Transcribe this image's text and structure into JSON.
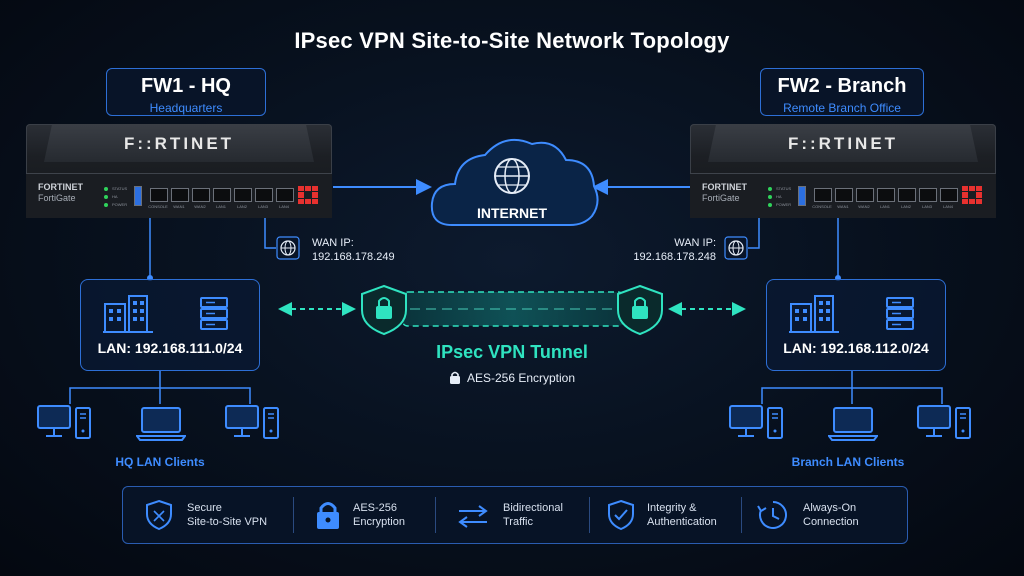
{
  "title": "IPsec VPN Site-to-Site Network Topology",
  "colors": {
    "accent_blue": "#3e8cff",
    "tunnel_teal": "#2fe3c0",
    "fortinet_red": "#e8312f"
  },
  "sites": {
    "hq": {
      "name": "FW1 - HQ",
      "subtitle": "Headquarters",
      "brand": "FORTINET",
      "model": "FortiGate",
      "logo": "F::RTINET",
      "wan_label": "WAN IP:",
      "wan_ip": "192.168.178.249",
      "lan": "LAN:  192.168.111.0/24",
      "clients_label": "HQ LAN Clients"
    },
    "branch": {
      "name": "FW2 - Branch",
      "subtitle": "Remote Branch Office",
      "brand": "FORTINET",
      "model": "FortiGate",
      "logo": "F::RTINET",
      "wan_label": "WAN IP:",
      "wan_ip": "192.168.178.248",
      "lan": "LAN:  192.168.112.0/24",
      "clients_label": "Branch LAN Clients"
    }
  },
  "port_labels": [
    "CONSOLE",
    "WAN1",
    "WAN2",
    "LAN1",
    "LAN2",
    "LAN3",
    "LAN4"
  ],
  "led_labels": [
    "STATUS",
    "HA",
    "POWER"
  ],
  "internet": "INTERNET",
  "tunnel": {
    "title": "IPsec VPN Tunnel",
    "encryption": "AES-256 Encryption"
  },
  "features": [
    {
      "line1": "Secure",
      "line2": "Site-to-Site VPN",
      "icon": "shield-icon"
    },
    {
      "line1": "AES-256",
      "line2": "Encryption",
      "icon": "lock-icon"
    },
    {
      "line1": "Bidirectional",
      "line2": "Traffic",
      "icon": "arrows-icon"
    },
    {
      "line1": "Integrity &",
      "line2": "Authentication",
      "icon": "shield-check-icon"
    },
    {
      "line1": "Always-On",
      "line2": "Connection",
      "icon": "clock-icon"
    }
  ]
}
